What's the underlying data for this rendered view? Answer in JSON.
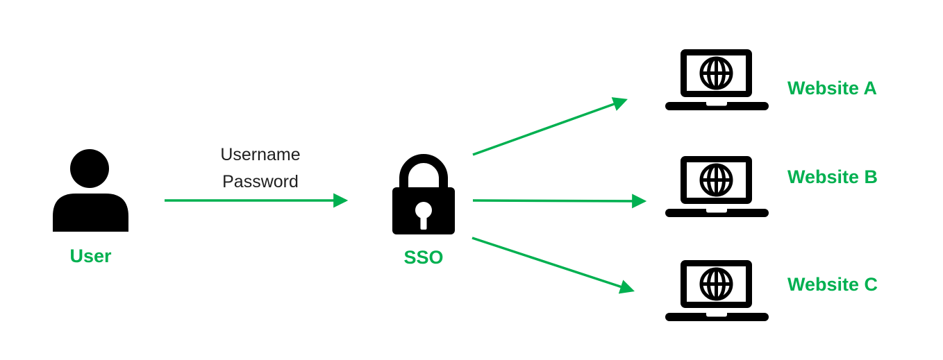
{
  "nodes": {
    "user": {
      "label": "User"
    },
    "sso": {
      "label": "SSO"
    },
    "website_a": {
      "label": "Website A"
    },
    "website_b": {
      "label": "Website B"
    },
    "website_c": {
      "label": "Website C"
    }
  },
  "edges": {
    "credentials": {
      "line1": "Username",
      "line2": "Password"
    }
  },
  "colors": {
    "accent_green": "#00b050",
    "icon_black": "#000000",
    "text_dark": "#1f1f1f",
    "background": "#ffffff"
  }
}
